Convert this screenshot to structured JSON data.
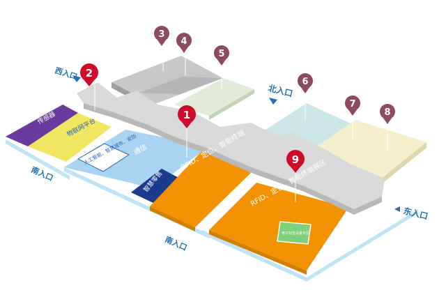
{
  "entrances": {
    "west": "西入口",
    "south_left": "南入口",
    "south_center": "南入口",
    "north": "北入口",
    "east": "东入口"
  },
  "zones": {
    "sensor": "传感器",
    "iot_platform": "物联网平台",
    "ai_smart_city": "人工智能、智慧城市、安防",
    "communication": "通信",
    "smart_retail": "智慧零售",
    "rfid_center": "RFID、定位、智能终端",
    "rfid_east": "RFID、定位、智能终端展区",
    "green_booth": "电子标签设备专区"
  },
  "markers": [
    "1",
    "2",
    "3",
    "4",
    "5",
    "6",
    "7",
    "8",
    "9"
  ],
  "colors": {
    "marker_red": "#d10a2c",
    "marker_purple": "#8e4a63",
    "orange": "#f39200",
    "light_blue": "#a8d4f2",
    "navy": "#1a3a8c",
    "purple": "#6a3a9c",
    "yellow": "#f2e661",
    "corridor": "#d9d9d9",
    "green": "#7ed07a",
    "cream": "#f5efcc",
    "entrance_text": "#1f6fb2"
  }
}
